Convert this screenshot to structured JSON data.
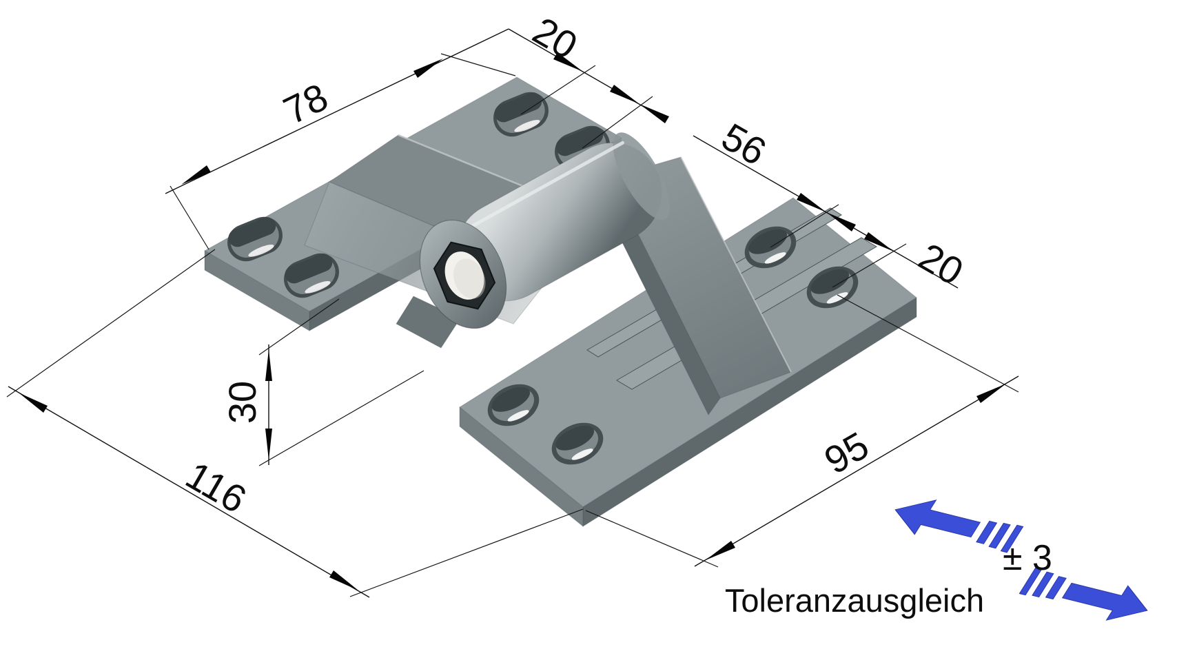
{
  "drawing": {
    "caption": "Toleranzausgleich",
    "tolerance": "± 3",
    "dimensions": {
      "slot_length_top": "20",
      "left_plate_length": "78",
      "center_distance": "56",
      "slot_length_right": "20",
      "base_height": "30",
      "overall_width_left": "116",
      "right_plate_length": "95"
    },
    "colors": {
      "part_top": "#929c9f",
      "part_side_dark": "#5f696c",
      "part_side_mid": "#757f82",
      "pin_cap": "#f2f1ec",
      "nut": "#24292b",
      "accent_blue": "#3a4ed8",
      "line": "#101010",
      "background": "#ffffff"
    }
  }
}
